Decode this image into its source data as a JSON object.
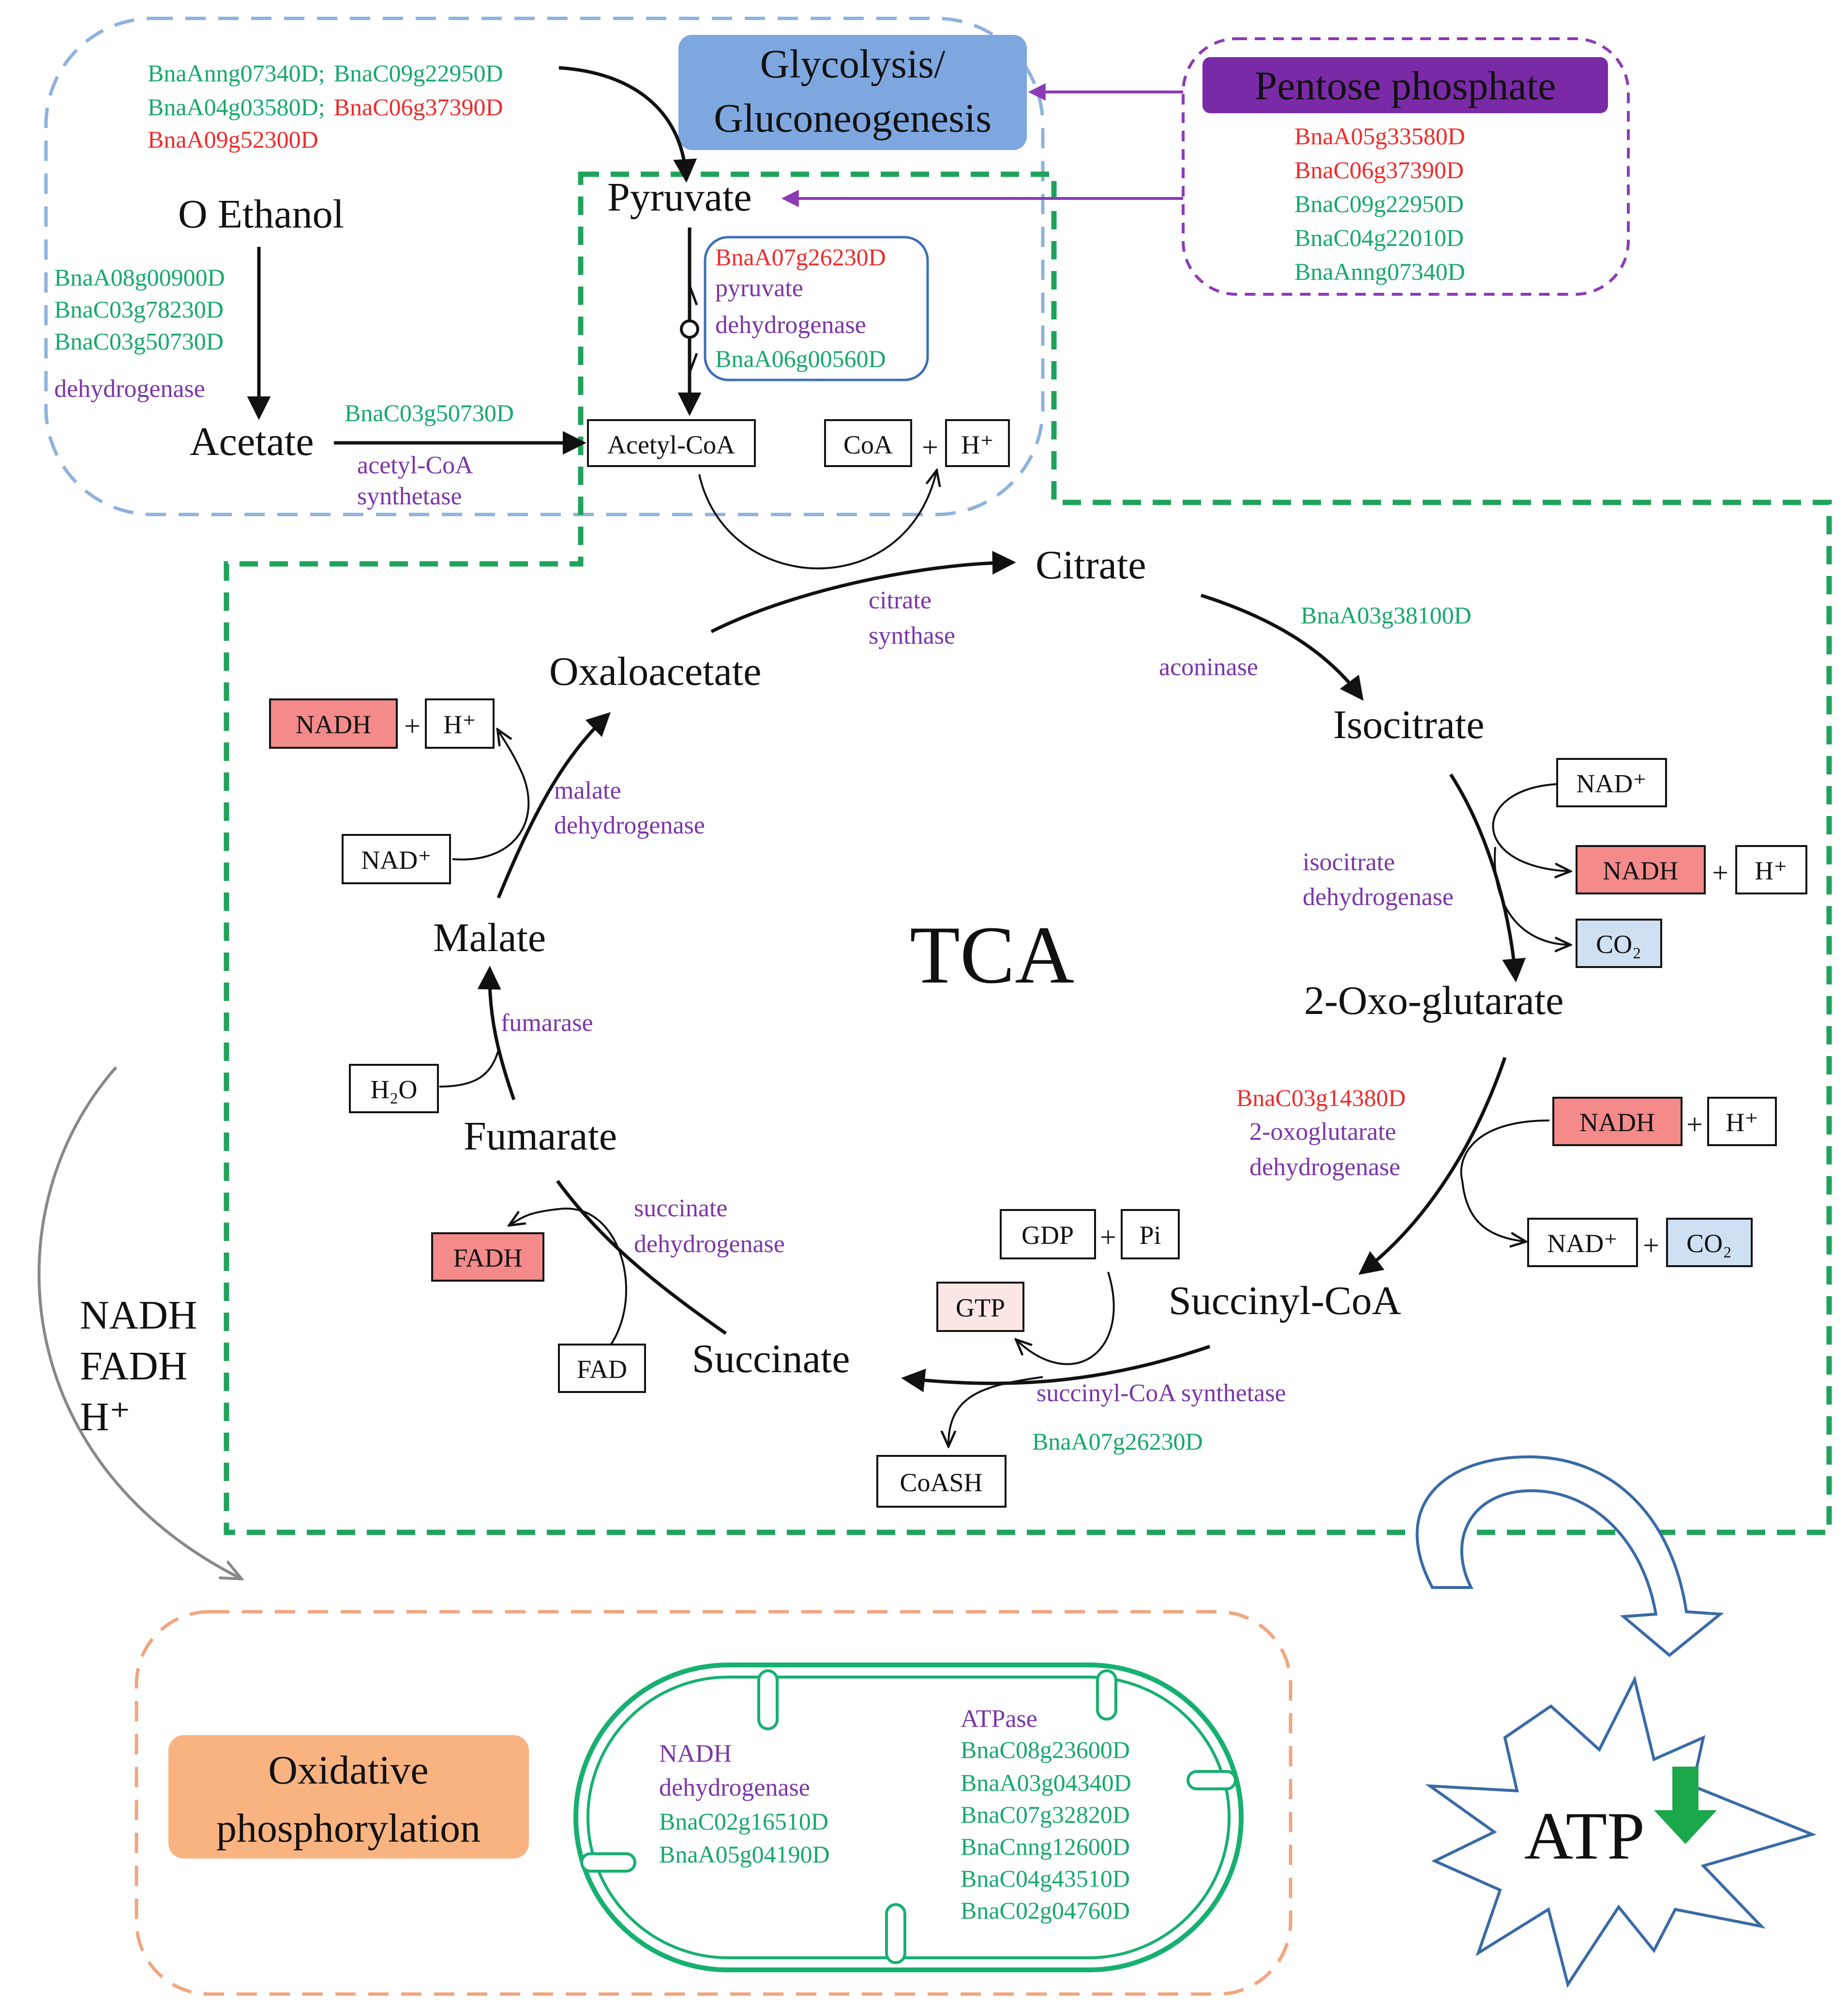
{
  "colors": {
    "gene_green": "#16a86a",
    "gene_red": "#ee2b2b",
    "enzyme_purple": "#7b35a8",
    "tca_border": "#1fa35c",
    "glycolysis_border": "#8fb2dc",
    "pentose_border": "#8c3bb5",
    "oxphos_border": "#f0a680",
    "nadh_fill": "#f48a8a",
    "co2_fill": "#cfe0f2",
    "gtp_fill": "#fde6e6",
    "atp_arrow": "#1aa84a"
  },
  "pathways": {
    "glycolysis": "Glycolysis/\nGluconeogenesis",
    "pentose": "Pentose phosphate",
    "tca": "TCA",
    "oxphos": "Oxidative\nphosphorylation",
    "atp": "ATP"
  },
  "metabolites": {
    "ethanol": "O Ethanol",
    "acetate": "Acetate",
    "pyruvate": "Pyruvate",
    "citrate": "Citrate",
    "isocitrate": "Isocitrate",
    "oxoglutarate": "2-Oxo-glutarate",
    "succinyl_coa": "Succinyl-CoA",
    "succinate": "Succinate",
    "fumarate": "Fumarate",
    "malate": "Malate",
    "oxaloacetate": "Oxaloacetate"
  },
  "cofactors": {
    "acetyl_coa": "Acetyl-CoA",
    "coa": "CoA",
    "h_plus": "H⁺",
    "nad_plus": "NAD⁺",
    "nadh": "NADH",
    "co2": "CO₂",
    "gdp": "GDP",
    "pi": "Pi",
    "gtp": "GTP",
    "coash": "CoASH",
    "fadh": "FADH",
    "fad": "FAD",
    "h2o": "H₂O",
    "plus": "+"
  },
  "enzymes": {
    "dehydrogenase": "dehydrogenase",
    "acetyl_coa_synthetase": [
      "acetyl-CoA",
      "synthetase"
    ],
    "pyruvate_dehydrogenase": [
      "pyruvate",
      "dehydrogenase"
    ],
    "citrate_synthase": [
      "citrate",
      "synthase"
    ],
    "aconinase": "aconinase",
    "isocitrate_dehydrogenase": [
      "isocitrate",
      "dehydrogenase"
    ],
    "oxoglutarate_dehydrogenase": [
      "2-oxoglutarate",
      "dehydrogenase"
    ],
    "succinyl_coa_synthetase": "succinyl-CoA  synthetase",
    "succinate_dehydrogenase": [
      "succinate",
      "dehydrogenase"
    ],
    "fumarase": "fumarase",
    "malate_dehydrogenase": [
      "malate",
      "dehydrogenase"
    ],
    "nadh_dehydrogenase": [
      "NADH",
      "dehydrogenase"
    ],
    "atpase": "ATPase"
  },
  "genes": {
    "glycolysis_line1_a": "BnaAnng07340D;",
    "glycolysis_line1_b": "BnaC09g22950D",
    "glycolysis_line2_a": "BnaA04g03580D;",
    "glycolysis_line2_b": "BnaC06g37390D",
    "glycolysis_line3": "BnaA09g52300D",
    "ethanol_dh": [
      "BnaA08g00900D",
      "BnaC03g78230D",
      "BnaC03g50730D"
    ],
    "acetate_acs": "BnaC03g50730D",
    "pdh_red": "BnaA07g26230D",
    "pdh_green": "BnaA06g00560D",
    "pentose_red": [
      "BnaA05g33580D",
      "BnaC06g37390D"
    ],
    "pentose_green": [
      "BnaC09g22950D",
      "BnaC04g22010D",
      "BnaAnng07340D"
    ],
    "aconitase": "BnaA03g38100D",
    "ogdh": "BnaC03g14380D",
    "scs": "BnaA07g26230D",
    "nadh_dh": [
      "BnaC02g16510D",
      "BnaA05g04190D"
    ],
    "atpase": [
      "BnaC08g23600D",
      "BnaA03g04340D",
      "BnaC07g32820D",
      "BnaCnng12600D",
      "BnaC04g43510D",
      "BnaC02g04760D"
    ]
  },
  "side_labels": [
    "NADH",
    "FADH",
    "H⁺"
  ]
}
